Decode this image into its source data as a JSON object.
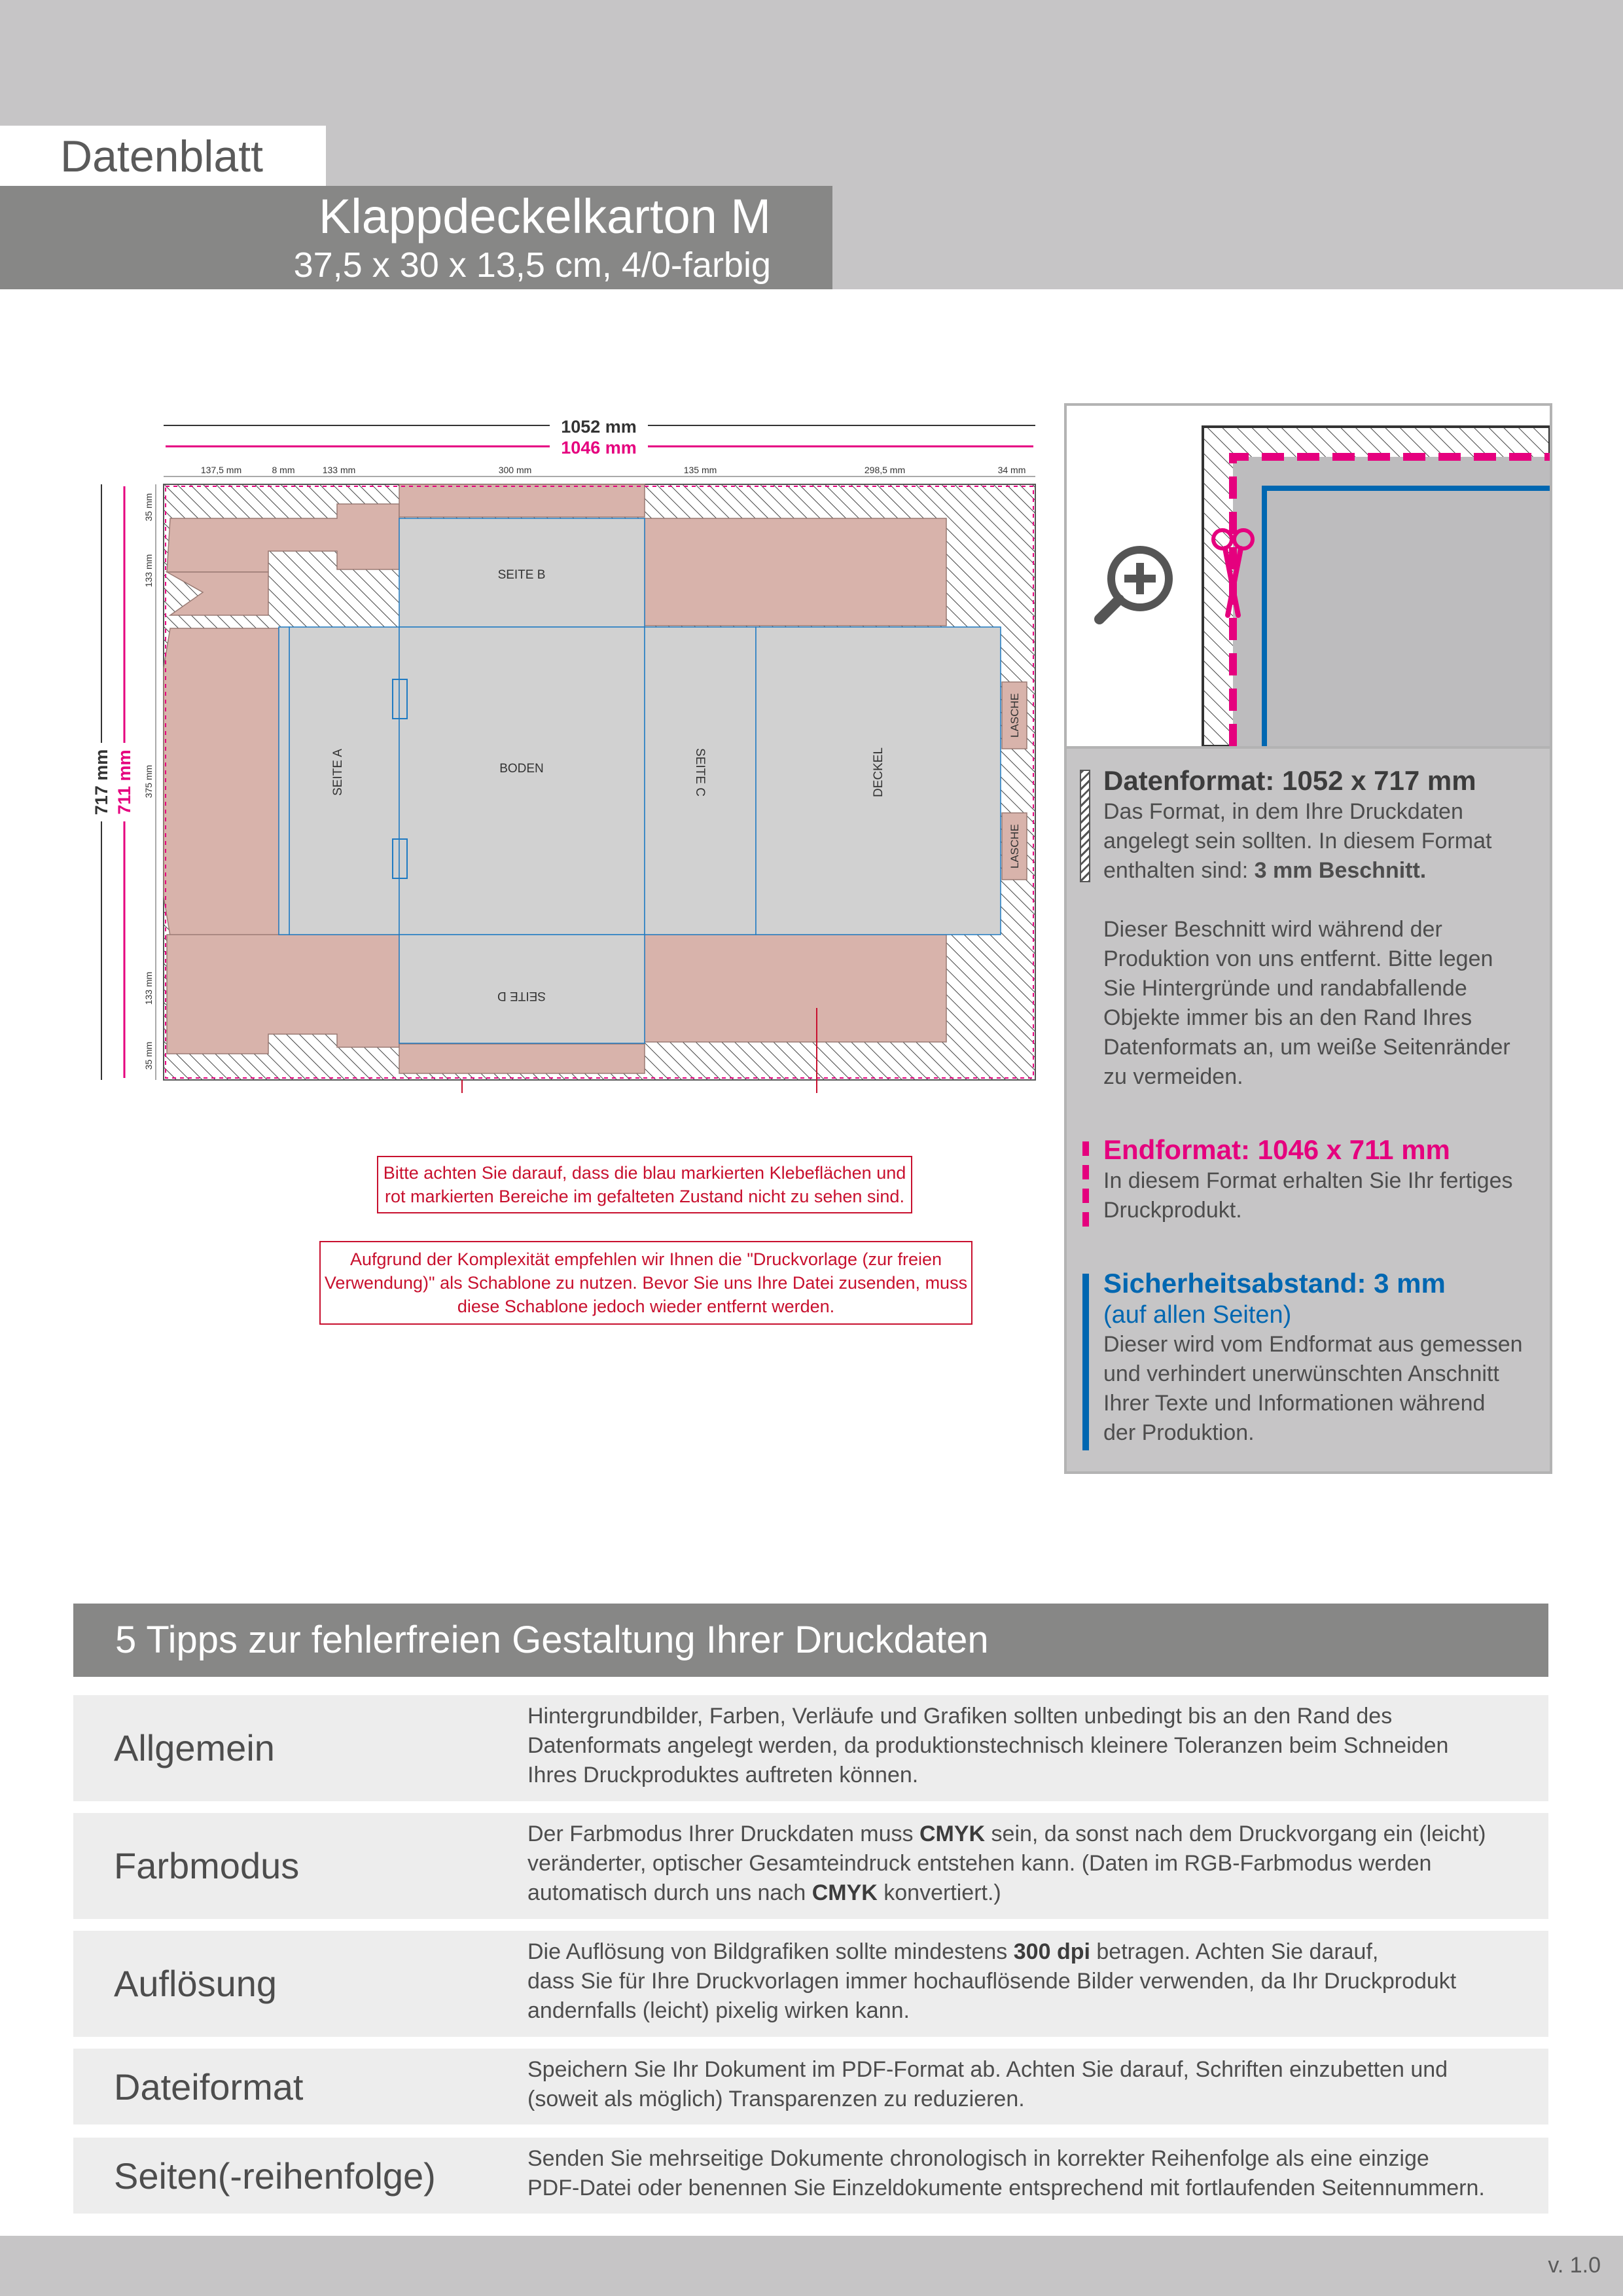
{
  "header": {
    "datasheet_label": "Datenblatt",
    "product_title": "Klappdeckelkarton M",
    "product_subtitle": "37,5 x 30 x 13,5 cm, 4/0-farbig"
  },
  "diagram": {
    "total_width": "1052 mm",
    "final_width": "1046 mm",
    "total_height": "717 mm",
    "final_height": "711 mm",
    "top_dims": [
      "137,5 mm",
      "8 mm",
      "133 mm",
      "300 mm",
      "135 mm",
      "298,5 mm",
      "34 mm"
    ],
    "left_dims": [
      "35 mm",
      "133 mm",
      "375 mm",
      "133 mm",
      "35 mm"
    ],
    "panels": {
      "seite_a": "SEITE A",
      "seite_b": "SEITE B",
      "seite_c": "SEITE C",
      "seite_d": "SEITE D",
      "boden": "BODEN",
      "deckel": "DECKEL",
      "lasche": "LASCHE"
    }
  },
  "callouts": {
    "glue_note": "Bitte achten Sie darauf, dass die blau markierten Klebeflächen und rot markierten Bereiche im gefalteten Zustand nicht zu sehen sind.",
    "glue_note_lines": [
      "Bitte achten Sie darauf, dass die blau markierten Klebeflächen und",
      "rot markierten Bereiche im gefalteten Zustand nicht zu sehen sind."
    ],
    "template_note_lines": [
      "Aufgrund der Komplexität empfehlen wir Ihnen die \"Druckvorlage (zur freien",
      "Verwendung)\" als Schablone zu nutzen. Bevor Sie uns Ihre Datei zusenden, muss",
      "diese Schablone jedoch wieder entfernt werden."
    ]
  },
  "info_panel": {
    "data_format": {
      "title": "Datenformat: 1052 x 717 mm",
      "text_lines": [
        "Das Format, in dem Ihre Druckdaten",
        "angelegt sein sollten. In diesem Format",
        "enthalten sind: "
      ],
      "bold_tail": "3 mm Beschnitt."
    },
    "bleed_note_lines": [
      "Dieser Beschnitt wird während der",
      "Produktion von uns entfernt. Bitte legen",
      "Sie Hintergründe und randabfallende",
      "Objekte immer bis an den Rand Ihres",
      "Datenformats an, um weiße Seitenränder",
      "zu vermeiden."
    ],
    "end_format": {
      "title": "Endformat: 1046 x 711 mm",
      "text_lines": [
        "In diesem Format erhalten Sie Ihr fertiges",
        "Druckprodukt."
      ]
    },
    "safety": {
      "title": "Sicherheitsabstand: 3 mm",
      "subtitle": "(auf allen Seiten)",
      "text_lines": [
        "Dieser wird vom Endformat aus gemessen",
        "und verhindert unerwünschten Anschnitt",
        "Ihrer Texte und Informationen während",
        "der Produktion."
      ]
    }
  },
  "tips": {
    "heading": "5 Tipps zur fehlerfreien Gestaltung Ihrer Druckdaten",
    "general": {
      "label": "Allgemein",
      "lines": [
        "Hintergrundbilder, Farben, Verläufe und Grafiken sollten unbedingt bis an den Rand des",
        "Datenformats angelegt werden, da produktionstechnisch kleinere Toleranzen beim Schneiden",
        "Ihres Druckproduktes auftreten können."
      ]
    },
    "color": {
      "label": "Farbmodus",
      "l1a": "Der Farbmodus Ihrer Druckdaten muss ",
      "l1b": "CMYK",
      "l1c": " sein, da sonst nach dem Druckvorgang ein (leicht)",
      "l2": "veränderter, optischer Gesamteindruck entstehen kann. (Daten im RGB-Farbmodus werden",
      "l3a": "automatisch durch uns nach ",
      "l3b": "CMYK",
      "l3c": " konvertiert.)"
    },
    "resolution": {
      "label": "Auflösung",
      "l1a": "Die Auflösung von Bildgrafiken sollte mindestens ",
      "l1b": "300 dpi",
      "l1c": " betragen. Achten Sie darauf,",
      "l2": "dass Sie für Ihre Druckvorlagen immer hochauflösende Bilder verwenden, da Ihr Druckprodukt",
      "l3": "andernfalls (leicht) pixelig wirken kann."
    },
    "file_format": {
      "label": "Dateiformat",
      "lines": [
        "Speichern Sie Ihr Dokument im PDF-Format ab. Achten Sie darauf, Schriften einzubetten und",
        "(soweit als möglich) Transparenzen zu reduzieren."
      ]
    },
    "page_order": {
      "label": "Seiten(-reihenfolge)",
      "lines": [
        "Senden Sie mehrseitige Dokumente chronologisch in korrekter Reihenfolge als eine einzige",
        "PDF-Datei oder benennen Sie Einzeldokumente entsprechend mit fortlaufenden Seitennummern."
      ]
    }
  },
  "footer": {
    "version": "v. 1.0"
  },
  "colors": {
    "magenta": "#e5007e",
    "blue": "#0067b1",
    "red": "#c8102e",
    "panel_gray": "#c6c5c6",
    "flap_rose": "#d8b3ab",
    "face_gray": "#d1d1d1"
  }
}
